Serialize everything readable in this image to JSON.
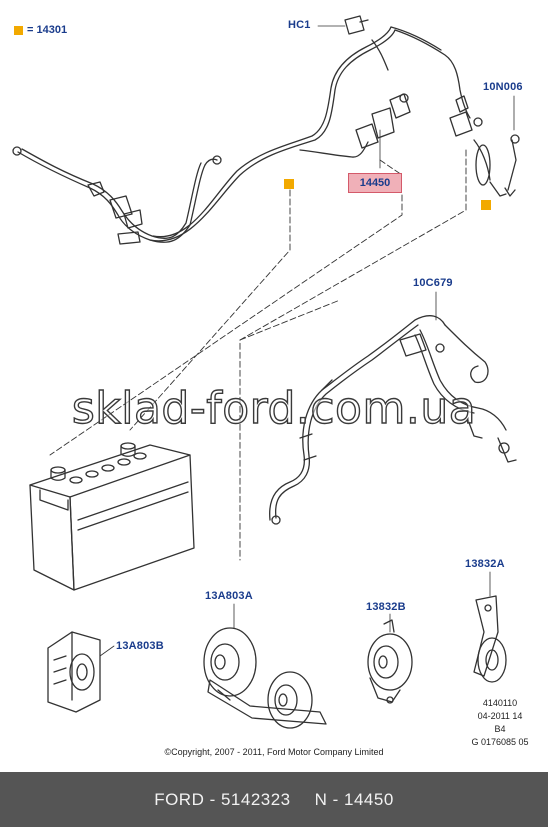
{
  "legend": {
    "label": "= 14301",
    "color": "#f2a900"
  },
  "labels": {
    "hc1": "HC1",
    "n10n006": "10N006",
    "n14450": "14450",
    "n10c679": "10C679",
    "n13a803a": "13A803A",
    "n13a803b": "13A803B",
    "n13832b": "13832B",
    "n13832a": "13832A"
  },
  "codes": [
    "4140110",
    "04-2011 14",
    "B4",
    "G 0176085 05"
  ],
  "copyright": "©Copyright, 2007 - 2011, Ford Motor Company Limited",
  "watermark": "sklad-ford.com.ua",
  "footer": {
    "part": "FORD - 5142323",
    "number": "N - 14450"
  },
  "colors": {
    "label_text": "#1a3c8c",
    "callout_fill": "#f0b0b8",
    "marker": "#f2a900",
    "footer_bg": "#555555"
  }
}
